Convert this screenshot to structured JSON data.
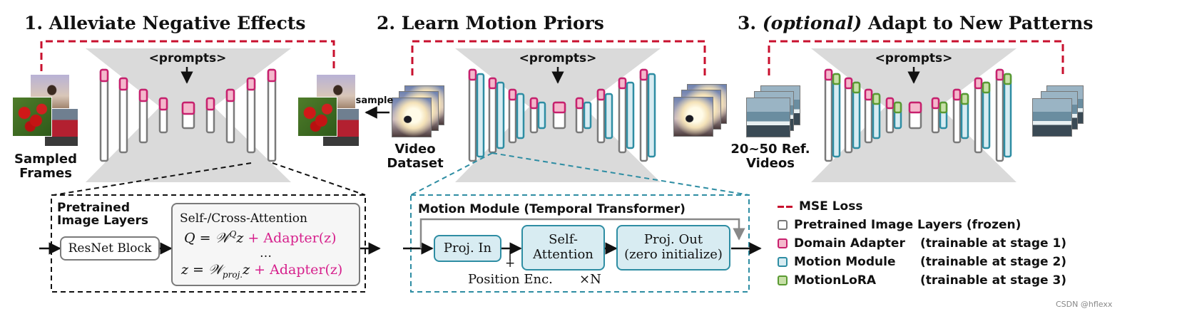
{
  "titles": {
    "stage1": "1. Alleviate Negative Effects",
    "stage2": "2. Learn Motion Priors",
    "stage3_num": "3.",
    "stage3_opt": "(optional)",
    "stage3_rest": "Adapt to New Patterns"
  },
  "unet": {
    "prompts": "<prompts>"
  },
  "labels": {
    "sampled_frames": "Sampled\nFrames",
    "video_dataset": "Video\nDataset",
    "ref_videos": "20~50 Ref.\nVideos",
    "sample": "sample"
  },
  "pretrained_block": {
    "title": "Pretrained\nImage Layers",
    "resnet": "ResNet Block",
    "attention_title": "Self-/Cross-Attention",
    "eq1_a": "Q = 𝒲",
    "eq1_sup": "Q",
    "eq1_b": "z",
    "eq1_c": "+ Adapter(z)",
    "ellipsis": "…",
    "eq2_a": "z = 𝒲",
    "eq2_sub": "proj.",
    "eq2_b": "z",
    "eq2_c": "+ Adapter(z)"
  },
  "motion_block": {
    "title": "Motion Module (Temporal Transformer)",
    "proj_in": "Proj. In",
    "self_attention": "Self-\nAttention",
    "proj_out": "Proj. Out\n(zero initialize)",
    "plus": "+",
    "position_enc": "Position Enc.",
    "times_n": "×N"
  },
  "legend": [
    {
      "type": "dash",
      "label": "MSE Loss",
      "note": "",
      "color": "#c8102e"
    },
    {
      "type": "box",
      "label": "Pretrained Image Layers (frozen)",
      "note": "",
      "fill": "#ffffff",
      "stroke": "#7a7a7a"
    },
    {
      "type": "box",
      "label": "Domain Adapter",
      "note": "(trainable at stage 1)",
      "fill": "#f4b8cc",
      "stroke": "#c8206e"
    },
    {
      "type": "box",
      "label": "Motion Module",
      "note": "(trainable at stage 2)",
      "fill": "#d8ecf2",
      "stroke": "#2e8da3"
    },
    {
      "type": "box",
      "label": "MotionLoRA",
      "note": "(trainable at stage 3)",
      "fill": "#c8e0a8",
      "stroke": "#5a9a32"
    }
  ],
  "watermark": "CSDN @hflexx",
  "colors": {
    "mse": "#c8102e",
    "frozen": "#7a7a7a",
    "adapter_fill": "#f4b8cc",
    "adapter_stroke": "#c8206e",
    "motion_fill": "#d8ecf2",
    "motion_stroke": "#2e8da3",
    "lora_fill": "#c8e0a8",
    "lora_stroke": "#5a9a32",
    "unet_bg": "#dadada"
  }
}
